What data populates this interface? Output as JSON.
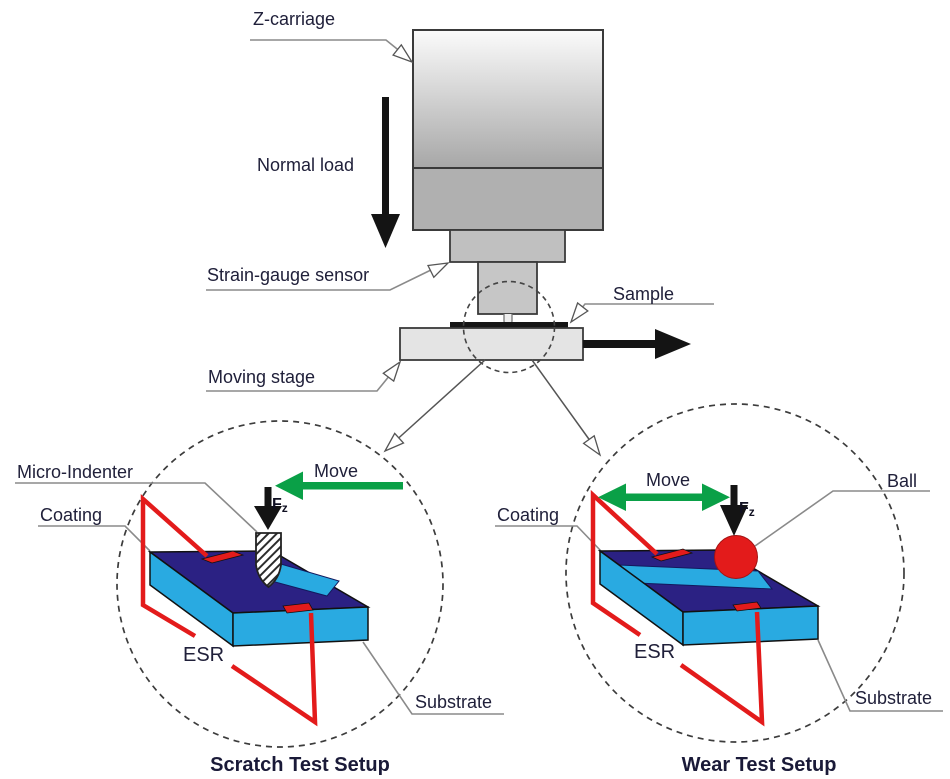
{
  "machine": {
    "z_carriage_label": "Z-carriage",
    "normal_load_label": "Normal load",
    "strain_gauge_label": "Strain-gauge sensor",
    "sample_label": "Sample",
    "moving_stage_label": "Moving stage"
  },
  "scratch_setup": {
    "caption": "Scratch Test Setup",
    "micro_indenter_label": "Micro-Indenter",
    "coating_label": "Coating",
    "substrate_label": "Substrate",
    "move_label": "Move",
    "esr_label": "ESR",
    "force_label": {
      "symbol": "F",
      "subscript": "z"
    }
  },
  "wear_setup": {
    "caption": "Wear Test Setup",
    "ball_label": "Ball",
    "coating_label": "Coating",
    "substrate_label": "Substrate",
    "move_label": "Move",
    "esr_label": "ESR",
    "force_label": {
      "symbol": "F",
      "subscript": "z"
    }
  },
  "colors": {
    "coating_navy": "#2b2183",
    "substrate_blue": "#29aae1",
    "esr_red": "#e31b1b",
    "move_green": "#0aa047",
    "arrow_black": "#141414",
    "label_text": "#20203a"
  }
}
